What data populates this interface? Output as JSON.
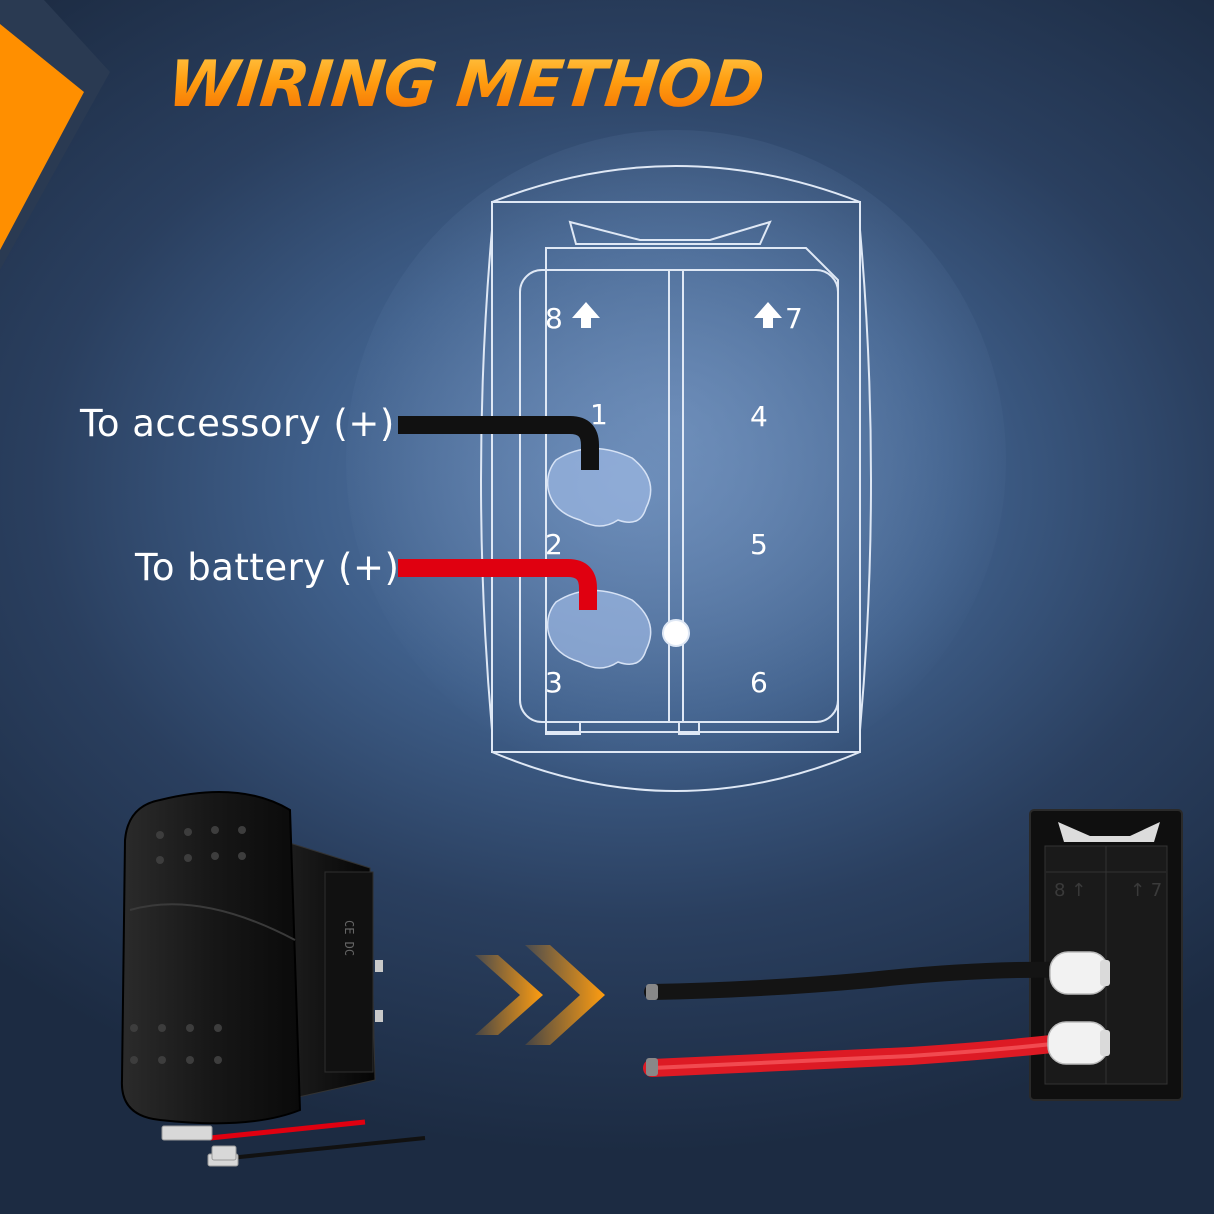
{
  "title": "WIRING METHOD",
  "pins": {
    "p8": "8",
    "p7": "7",
    "p1": "1",
    "p2": "2",
    "p3": "3",
    "p4": "4",
    "p5": "5",
    "p6": "6"
  },
  "wires": {
    "accessory_label": "To accessory (+)",
    "battery_label": "To battery (+)",
    "accessory_color": "#111111",
    "battery_color": "#e00010"
  },
  "colors": {
    "accent": "#ff9a10",
    "background": "#2a3f5f",
    "outline": "#dfe8f5"
  },
  "icons": [
    "up-arrow-icon",
    "double-chevron-right-icon"
  ]
}
